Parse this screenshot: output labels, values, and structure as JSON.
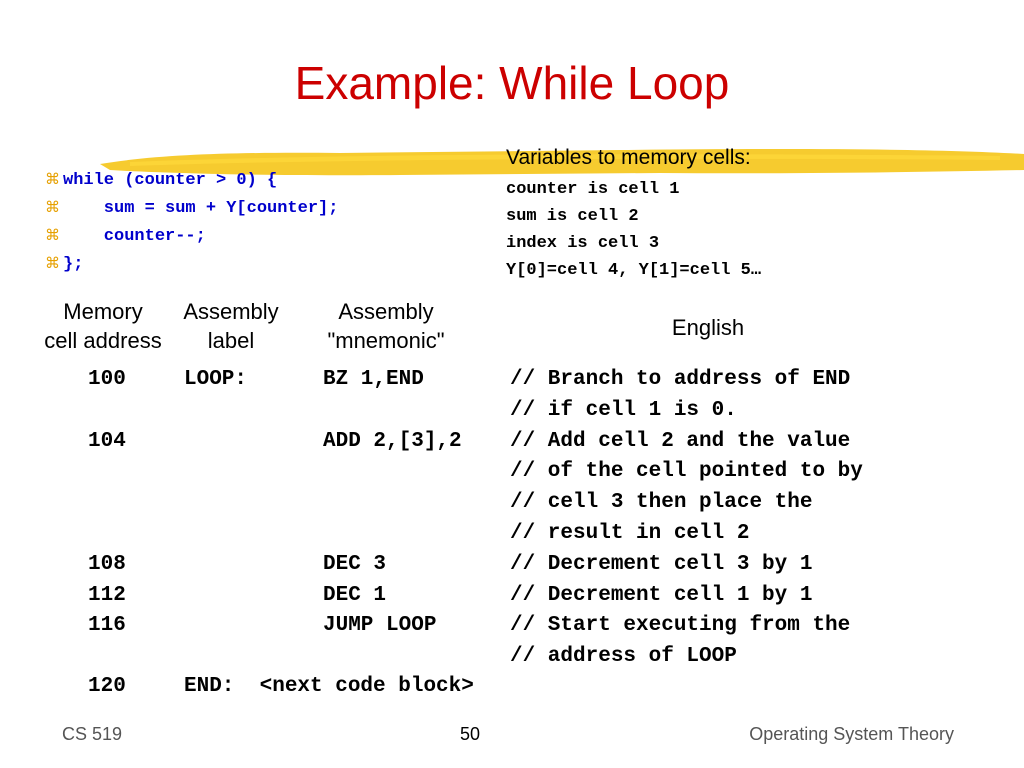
{
  "title": "Example: While Loop",
  "bullet_glyph": "⌘",
  "code_lines": [
    "while (counter > 0) {",
    "    sum = sum + Y[counter];",
    "    counter--;",
    "};"
  ],
  "variables": {
    "heading": "Variables to memory cells:",
    "lines": [
      "counter is cell 1",
      "sum is cell 2",
      "index is cell 3",
      "Y[0]=cell 4, Y[1]=cell 5…"
    ]
  },
  "columns": {
    "address": [
      "Memory",
      "cell address"
    ],
    "label": [
      "Assembly",
      "label"
    ],
    "mnemonic": [
      "Assembly",
      "\"mnemonic\""
    ],
    "english": "English"
  },
  "rows": [
    {
      "address": "100",
      "label": "LOOP:",
      "mnemonic": "BZ 1,END",
      "comment": "// Branch to address of END"
    },
    {
      "address": "",
      "label": "",
      "mnemonic": "",
      "comment": "// if cell 1 is 0."
    },
    {
      "address": "104",
      "label": "",
      "mnemonic": "ADD 2,[3],2",
      "comment": "// Add cell 2 and the value"
    },
    {
      "address": "",
      "label": "",
      "mnemonic": "",
      "comment": "// of the cell pointed to by"
    },
    {
      "address": "",
      "label": "",
      "mnemonic": "",
      "comment": "// cell 3 then place the"
    },
    {
      "address": "",
      "label": "",
      "mnemonic": "",
      "comment": "// result in cell 2"
    },
    {
      "address": "108",
      "label": "",
      "mnemonic": "DEC 3",
      "comment": "// Decrement cell 3 by 1"
    },
    {
      "address": "112",
      "label": "",
      "mnemonic": "DEC 1",
      "comment": "// Decrement cell 1 by 1"
    },
    {
      "address": "116",
      "label": "",
      "mnemonic": "JUMP LOOP",
      "comment": "// Start executing from the"
    },
    {
      "address": "",
      "label": "",
      "mnemonic": "",
      "comment": "// address of LOOP"
    }
  ],
  "end_row": {
    "address": "120",
    "text": "END:  <next code block>"
  },
  "footer": {
    "left": "CS 519",
    "center": "50",
    "right": "Operating System Theory"
  },
  "colors": {
    "title": "#cc0000",
    "code": "#0000cc",
    "highlight": "#f5c518",
    "bullet": "#e6a000"
  }
}
